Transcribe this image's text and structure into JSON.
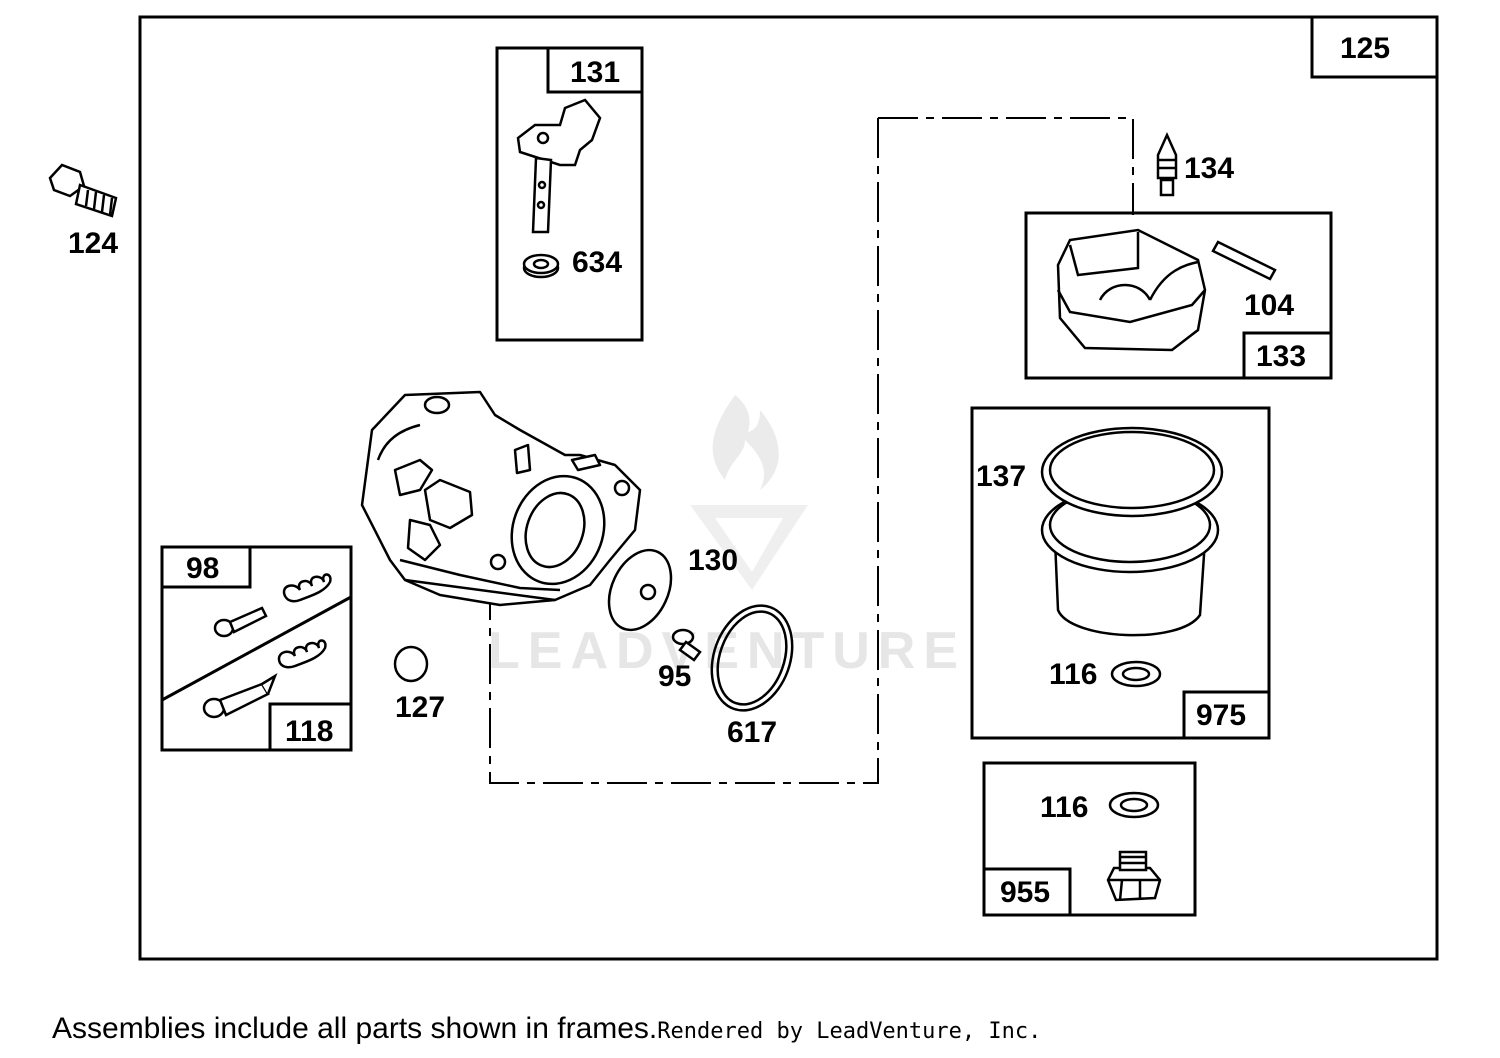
{
  "diagram": {
    "assembly_label": "125",
    "watermark": "LEADVENTURE",
    "parts": {
      "p124": "124",
      "p131": "131",
      "p634": "634",
      "p134": "134",
      "p104": "104",
      "p133": "133",
      "p137": "137",
      "p116a": "116",
      "p975": "975",
      "p116b": "116",
      "p955": "955",
      "p130": "130",
      "p95": "95",
      "p617": "617",
      "p127": "127",
      "p98": "98",
      "p118": "118"
    }
  },
  "footer": {
    "note": "Assemblies include all parts shown in frames.",
    "credit": "Rendered by LeadVenture, Inc."
  }
}
